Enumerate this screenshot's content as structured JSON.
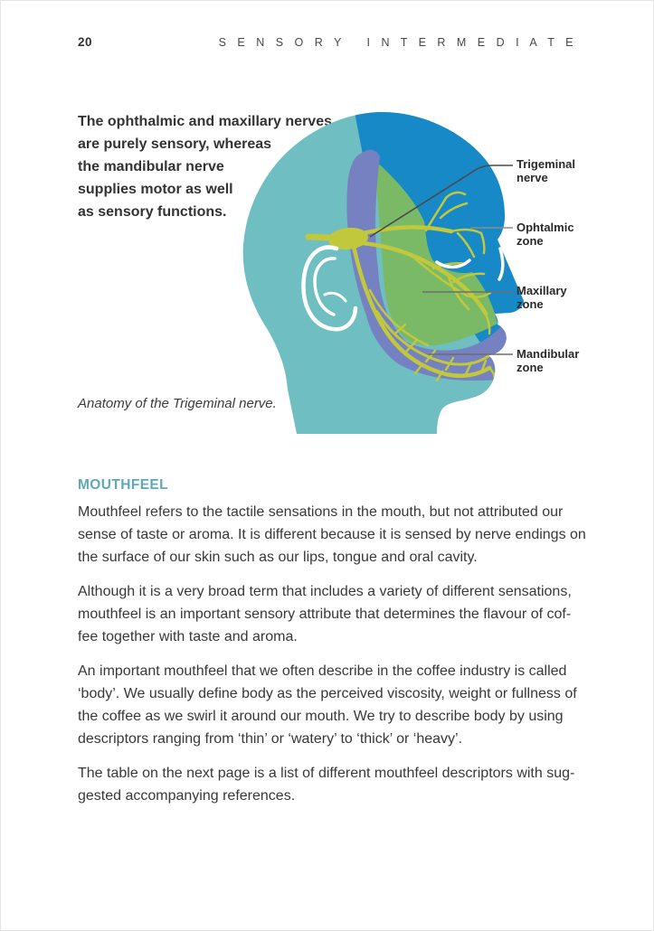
{
  "page": {
    "number": "20",
    "header_title": "S E N S O R Y   I N T E R M E D I A T E"
  },
  "intro": {
    "text": "The ophthalmic and maxillary nerves\nare purely sensory, whereas\nthe mandibular nerve\nsupplies motor as well\nas sensory functions."
  },
  "figure": {
    "caption": "Anatomy of the Trigeminal nerve.",
    "labels": {
      "trigeminal": "Trigeminal\nnerve",
      "ophtalmic": "Ophtalmic\nzone",
      "maxillary": "Maxillary\nzone",
      "mandibular": "Mandibular\nzone"
    },
    "colors": {
      "head": "#6fbfc2",
      "ophthalmic_zone": "#1789c6",
      "maxillary_zone": "#7aba67",
      "mandibular_zone": "#7681c2",
      "nerve": "#c1c83b",
      "outline_white": "#ffffff"
    }
  },
  "section": {
    "heading": "MOUTHFEEL",
    "heading_color": "#5fa8b8",
    "paragraphs": [
      "Mouthfeel refers to the tactile sensations in the mouth, but not attributed our\nsense of taste or aroma. It is different because it is sensed by nerve endings on\nthe surface of our skin such as our lips, tongue and oral cavity.",
      "Although it is a very broad term that includes a variety of different sensations,\nmouthfeel is an important sensory attribute that determines the flavour of cof-\nfee together with taste and aroma.",
      "An important mouthfeel that we often describe in the coffee industry is called\n‘body’. We usually define body as the perceived viscosity, weight or fullness of\nthe coffee as we swirl it around our mouth. We try to describe body by using\ndescriptors ranging from ‘thin’ or ‘watery’ to ‘thick’ or ‘heavy’.",
      "The table on the next page is a list of different mouthfeel descriptors with sug-\ngested accompanying references."
    ]
  }
}
